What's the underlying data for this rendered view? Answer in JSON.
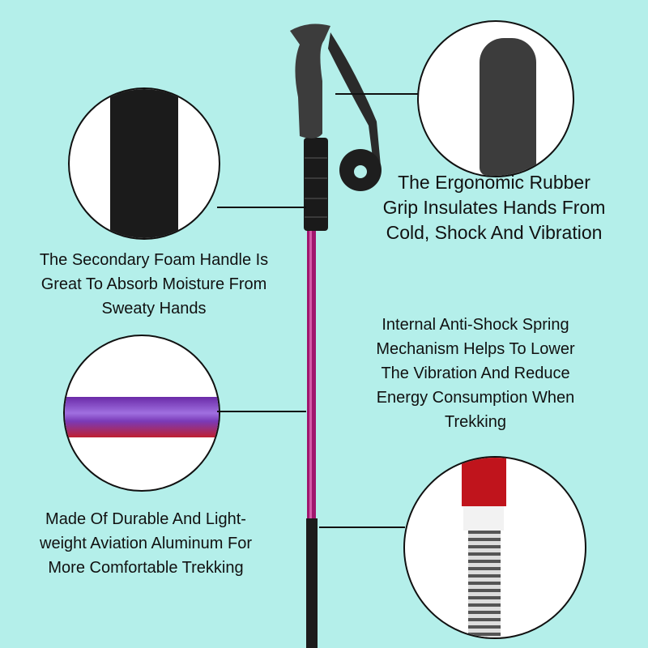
{
  "captions": {
    "grip": [
      "The Ergonomic Rubber",
      "Grip Insulates Hands From",
      "Cold, Shock And Vibration"
    ],
    "foam": [
      "The Secondary Foam Handle Is",
      "Great To Absorb Moisture From",
      "Sweaty Hands"
    ],
    "spring": [
      "Internal Anti-Shock Spring",
      "Mechanism Helps To Lower",
      "The Vibration And Reduce",
      "Energy Consumption When",
      "Trekking"
    ],
    "aluminum": [
      "Made Of Durable And Light-",
      "weight Aviation Aluminum For",
      "More Comfortable Trekking"
    ]
  },
  "colors": {
    "background": "#b4efea",
    "shaft": "#a0166e",
    "foam": "#1a1a1a",
    "grip": "#3a3a3a",
    "spring_sleeve": "#c0141c"
  }
}
